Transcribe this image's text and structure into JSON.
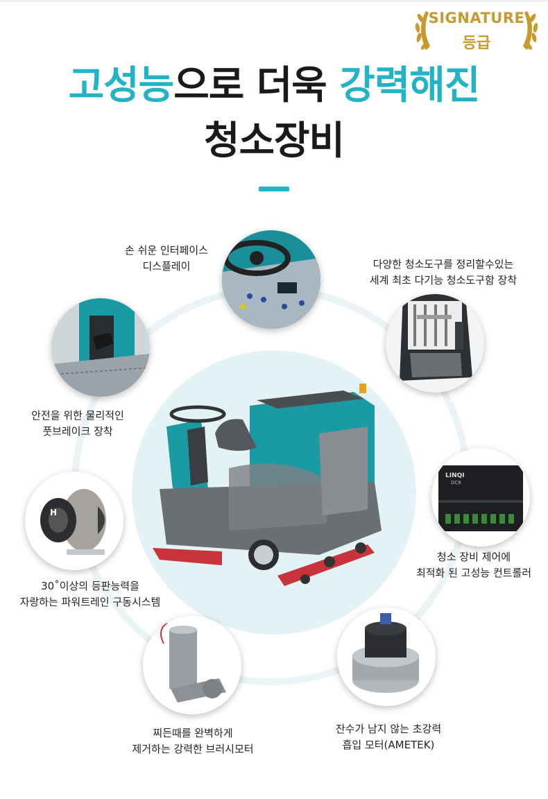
{
  "badge": {
    "line1": "SIGNATURE",
    "line2": "등급",
    "color": "#c79a2e"
  },
  "headline": {
    "line1_part1": "고성능",
    "line1_part2": "으로 더욱 ",
    "line1_part3": "강력해진",
    "line2": "청소장비",
    "accent_color": "#23b3c6"
  },
  "features": [
    {
      "id": "display",
      "icon": "control-panel-icon",
      "line1": "손 쉬운 인터페이스",
      "line2": "디스플레이"
    },
    {
      "id": "toolbox",
      "icon": "tool-storage-icon",
      "line1": "다양한 청소도구를 정리할수있는",
      "line2": "세계 최초 다기능 청소도구함 장착"
    },
    {
      "id": "footbrake",
      "icon": "foot-brake-icon",
      "line1": "안전을 위한 물리적인",
      "line2": "풋브레이크 장착"
    },
    {
      "id": "controller",
      "icon": "controller-board-icon",
      "line1": "청소 장비 제어에",
      "line2": "최적화 된 고성능 컨트롤러"
    },
    {
      "id": "powertrain",
      "icon": "drive-wheel-icon",
      "line1": "30˚이상의 등판능력을",
      "line2": "자랑하는 파워트레인 구동시스템"
    },
    {
      "id": "brushmotor",
      "icon": "brush-motor-icon",
      "line1": "찌든때를 완벽하게",
      "line2": "제거하는 강력한 브러시모터"
    },
    {
      "id": "vacuum",
      "icon": "vacuum-motor-icon",
      "line1": "잔수가 남지 않는 초강력",
      "line2": "흡입 모터(AMETEK)"
    }
  ],
  "controller_brand": "LINQI",
  "controller_model": "DC8",
  "colors": {
    "teal": "#1a9aa3",
    "gray": "#6b6e72",
    "red": "#c8343a"
  }
}
